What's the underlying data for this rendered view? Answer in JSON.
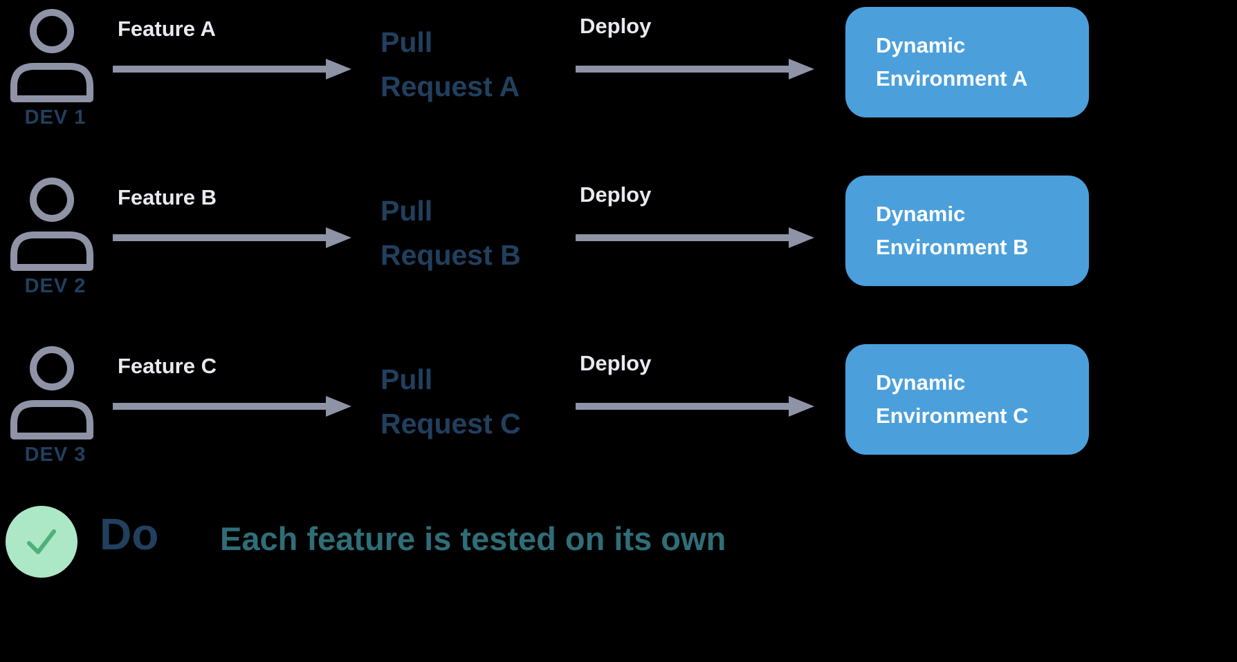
{
  "diagram": {
    "rows": [
      {
        "dev": "DEV 1",
        "feature": "Feature A",
        "pr_line1": "Pull",
        "pr_line2": "Request A",
        "deploy": "Deploy",
        "env_line1": "Dynamic",
        "env_line2": "Environment A"
      },
      {
        "dev": "DEV 2",
        "feature": "Feature B",
        "pr_line1": "Pull",
        "pr_line2": "Request B",
        "deploy": "Deploy",
        "env_line1": "Dynamic",
        "env_line2": "Environment B"
      },
      {
        "dev": "DEV 3",
        "feature": "Feature C",
        "pr_line1": "Pull",
        "pr_line2": "Request C",
        "deploy": "Deploy",
        "env_line1": "Dynamic",
        "env_line2": "Environment C"
      }
    ],
    "footer": {
      "do_label": "Do",
      "message": "Each feature is tested on its own"
    },
    "colors": {
      "background": "#000000",
      "navy_text": "#21405F",
      "gray_icon": "#8E93A6",
      "light_label": "#E8EAEF",
      "env_box_blue": "#4BA0DC",
      "env_box_text": "#FFFFFF",
      "check_circle_bg": "#ACE7C6",
      "check_mark_green": "#4FB07A",
      "teal_text": "#2F6E78"
    }
  }
}
